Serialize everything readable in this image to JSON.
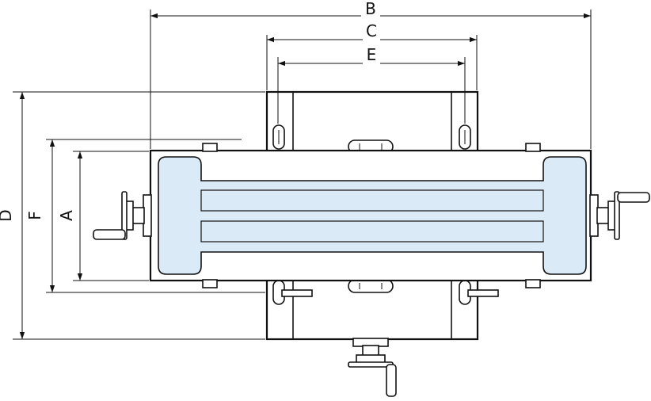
{
  "dimensions": {
    "B": "B",
    "C": "C",
    "E": "E",
    "D": "D",
    "F": "F",
    "A": "A"
  },
  "colors": {
    "line": "#111111",
    "table_fill": "#dbeaf7",
    "background": "#ffffff"
  }
}
